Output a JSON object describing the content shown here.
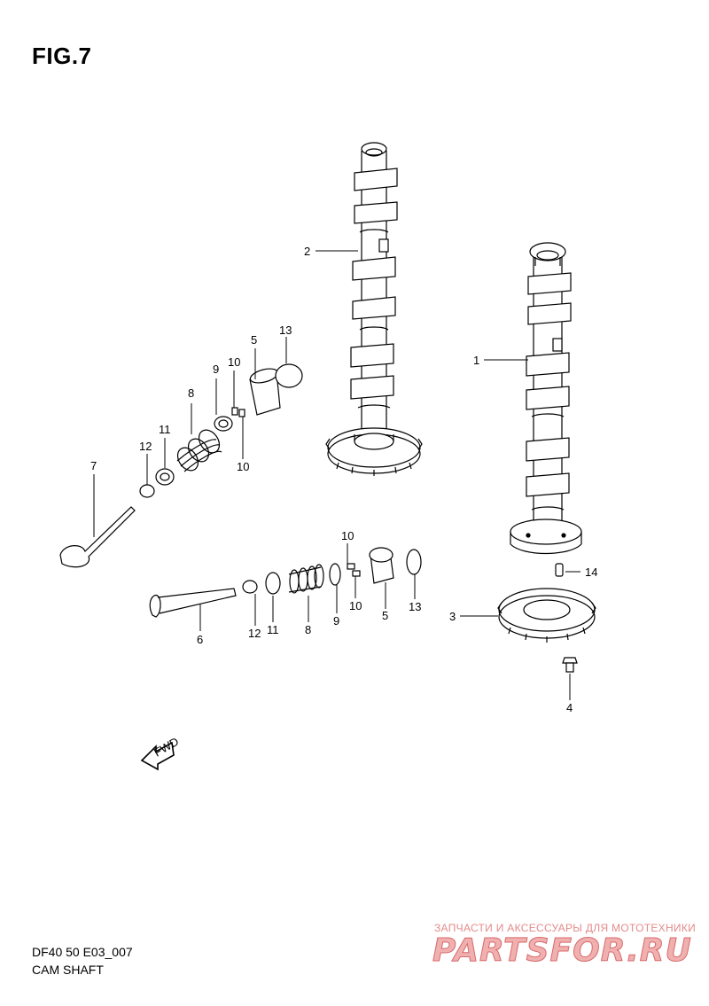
{
  "figure": {
    "title": "FIG.7",
    "code": "DF40 50 E03_007",
    "name": "CAM SHAFT"
  },
  "callouts": {
    "c1": "1",
    "c2": "2",
    "c3": "3",
    "c4": "4",
    "c5a": "5",
    "c5b": "5",
    "c6": "6",
    "c7": "7",
    "c8a": "8",
    "c8b": "8",
    "c9a": "9",
    "c9b": "9",
    "c10a": "10",
    "c10b": "10",
    "c10c": "10",
    "c10d": "10",
    "c11a": "11",
    "c11b": "11",
    "c12a": "12",
    "c12b": "12",
    "c13a": "13",
    "c13b": "13",
    "c14": "14"
  },
  "fwd_label": "FWD",
  "watermark": {
    "tagline": "ЗАПЧАСТИ И АКСЕССУАРЫ ДЛЯ МОТОТЕХНИКИ",
    "brand": "PARTSFOR.RU"
  },
  "colors": {
    "line": "#000000",
    "background": "#ffffff",
    "watermark": "#e07070"
  }
}
